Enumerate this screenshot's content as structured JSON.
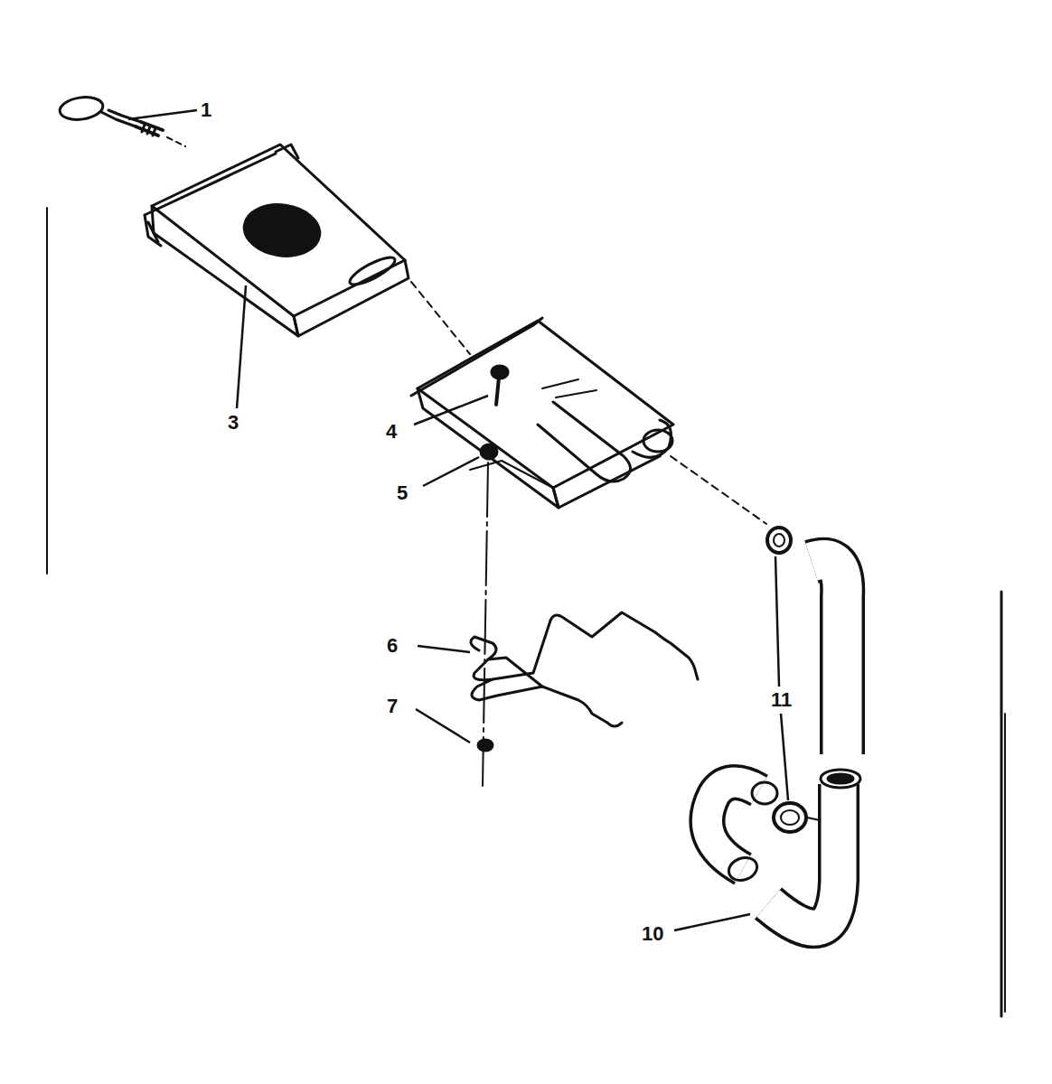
{
  "diagram": {
    "labels": [
      "1",
      "3",
      "4",
      "5",
      "6",
      "7",
      "10",
      "11"
    ]
  }
}
